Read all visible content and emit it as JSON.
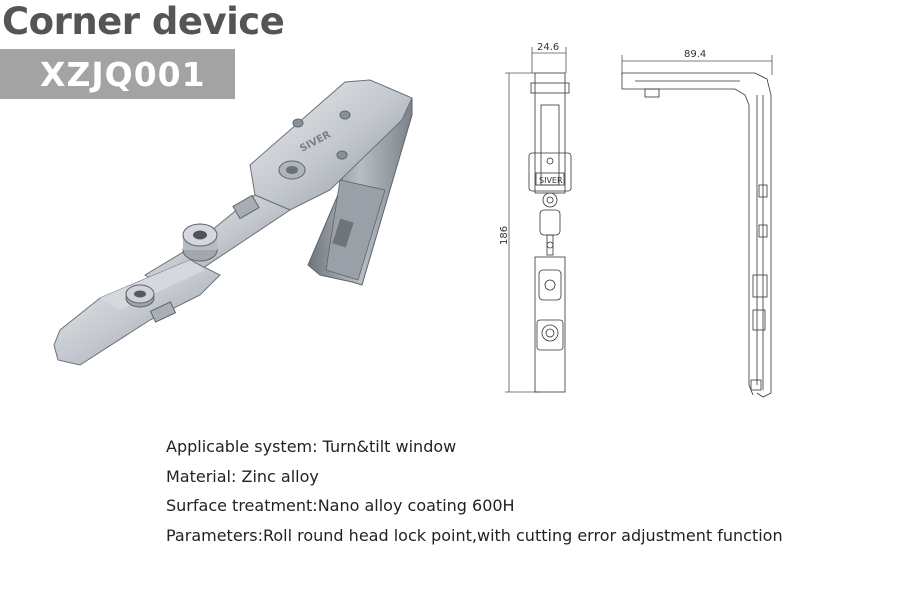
{
  "header": {
    "title": "Corner device",
    "model": "XZJQ001"
  },
  "product_photo": {
    "brand_mark": "SIVER"
  },
  "drawing": {
    "front_width": "24.6",
    "side_width": "89.4",
    "height": "186",
    "brand_mark": "SIVER"
  },
  "specs": [
    "Applicable system: Turn&tilt window",
    "Material: Zinc alloy",
    "Surface treatment:Nano alloy coating 600H",
    "Parameters:Roll round head lock point,with cutting error adjustment function"
  ],
  "colors": {
    "badge_bg": "#a3a3a3",
    "title": "#555555",
    "metal": "#c8cdd3"
  }
}
